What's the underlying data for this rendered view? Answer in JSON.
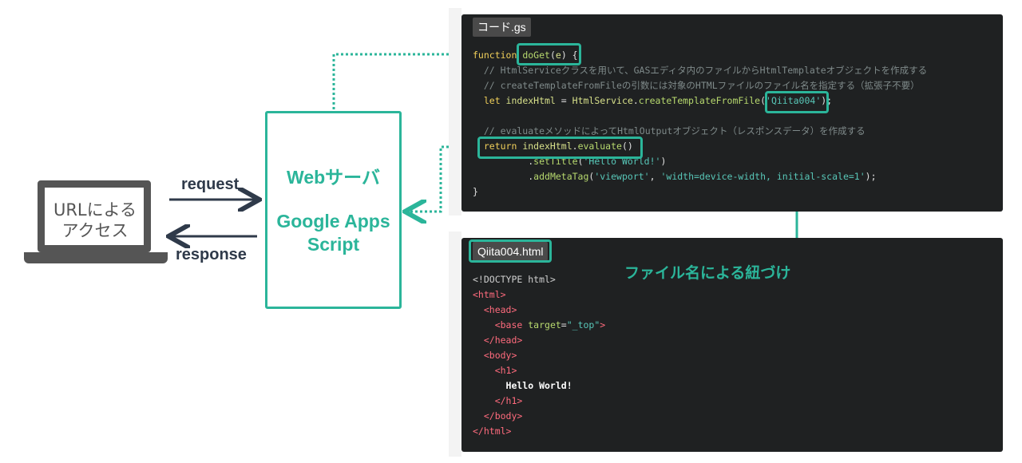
{
  "client": {
    "label": "URLによる\nアクセス"
  },
  "arrows": {
    "request": "request",
    "response": "response"
  },
  "server": {
    "title": "Webサーバ",
    "subtitle": "Google Apps\nScript"
  },
  "gs_panel": {
    "filename": "コード.gs",
    "lines": [
      {
        "parts": [
          [
            "c-kw",
            "function "
          ],
          [
            "c-fn",
            "doGet"
          ],
          [
            "c-plain",
            "("
          ],
          [
            "c-var",
            "e"
          ],
          [
            "c-plain",
            ") {"
          ]
        ]
      },
      {
        "parts": [
          [
            "c-comment",
            "  // HtmlServiceクラスを用いて、GASエディタ内のファイルからHtmlTemplateオブジェクトを作成する"
          ]
        ]
      },
      {
        "parts": [
          [
            "c-comment",
            "  // createTemplateFromFileの引数には対象のHTMLファイルのファイル名を指定する（拡張子不要）"
          ]
        ]
      },
      {
        "parts": [
          [
            "c-kw",
            "  let "
          ],
          [
            "c-var",
            "indexHtml"
          ],
          [
            "c-plain",
            " = "
          ],
          [
            "c-var",
            "HtmlService"
          ],
          [
            "c-plain",
            "."
          ],
          [
            "c-fn",
            "createTemplateFromFile"
          ],
          [
            "c-plain",
            "("
          ],
          [
            "c-str",
            "'Qiita004'"
          ],
          [
            "c-plain",
            ");"
          ]
        ]
      },
      {
        "parts": [
          [
            "c-plain",
            " "
          ]
        ]
      },
      {
        "parts": [
          [
            "c-comment",
            "  // evaluateメソッドによってHtmlOutputオブジェクト（レスポンスデータ）を作成する"
          ]
        ]
      },
      {
        "parts": [
          [
            "c-kw",
            "  return "
          ],
          [
            "c-var",
            "indexHtml"
          ],
          [
            "c-plain",
            "."
          ],
          [
            "c-fn",
            "evaluate"
          ],
          [
            "c-plain",
            "()"
          ]
        ]
      },
      {
        "parts": [
          [
            "c-plain",
            "          ."
          ],
          [
            "c-fn",
            "setTitle"
          ],
          [
            "c-plain",
            "("
          ],
          [
            "c-str",
            "'Hello World!'"
          ],
          [
            "c-plain",
            ")"
          ]
        ]
      },
      {
        "parts": [
          [
            "c-plain",
            "          ."
          ],
          [
            "c-fn",
            "addMetaTag"
          ],
          [
            "c-plain",
            "("
          ],
          [
            "c-str",
            "'viewport'"
          ],
          [
            "c-plain",
            ", "
          ],
          [
            "c-str",
            "'width=device-width, initial-scale=1'"
          ],
          [
            "c-plain",
            ");"
          ]
        ]
      },
      {
        "parts": [
          [
            "c-plain",
            "}"
          ]
        ]
      }
    ]
  },
  "html_panel": {
    "filename": "Qiita004.html",
    "lines": [
      {
        "parts": [
          [
            "c-doctype",
            "<!DOCTYPE html>"
          ]
        ]
      },
      {
        "parts": [
          [
            "c-tag",
            "<html>"
          ]
        ]
      },
      {
        "parts": [
          [
            "c-tag",
            "  <head>"
          ]
        ]
      },
      {
        "parts": [
          [
            "c-tag",
            "    <base "
          ],
          [
            "c-attr",
            "target"
          ],
          [
            "c-plain",
            "="
          ],
          [
            "c-str",
            "\"_top\""
          ],
          [
            "c-tag",
            ">"
          ]
        ]
      },
      {
        "parts": [
          [
            "c-tag",
            "  </head>"
          ]
        ]
      },
      {
        "parts": [
          [
            "c-tag",
            "  <body>"
          ]
        ]
      },
      {
        "parts": [
          [
            "c-tag",
            "    <h1>"
          ]
        ]
      },
      {
        "parts": [
          [
            "c-white",
            "      Hello World!"
          ]
        ]
      },
      {
        "parts": [
          [
            "c-tag",
            "    </h1>"
          ]
        ]
      },
      {
        "parts": [
          [
            "c-tag",
            "  </body>"
          ]
        ]
      },
      {
        "parts": [
          [
            "c-tag",
            "</html>"
          ]
        ]
      }
    ]
  },
  "link_label": "ファイル名による紐づけ",
  "colors": {
    "accent": "#2bb59a",
    "panel": "#1f2122",
    "arrow": "#2f3a4a"
  }
}
